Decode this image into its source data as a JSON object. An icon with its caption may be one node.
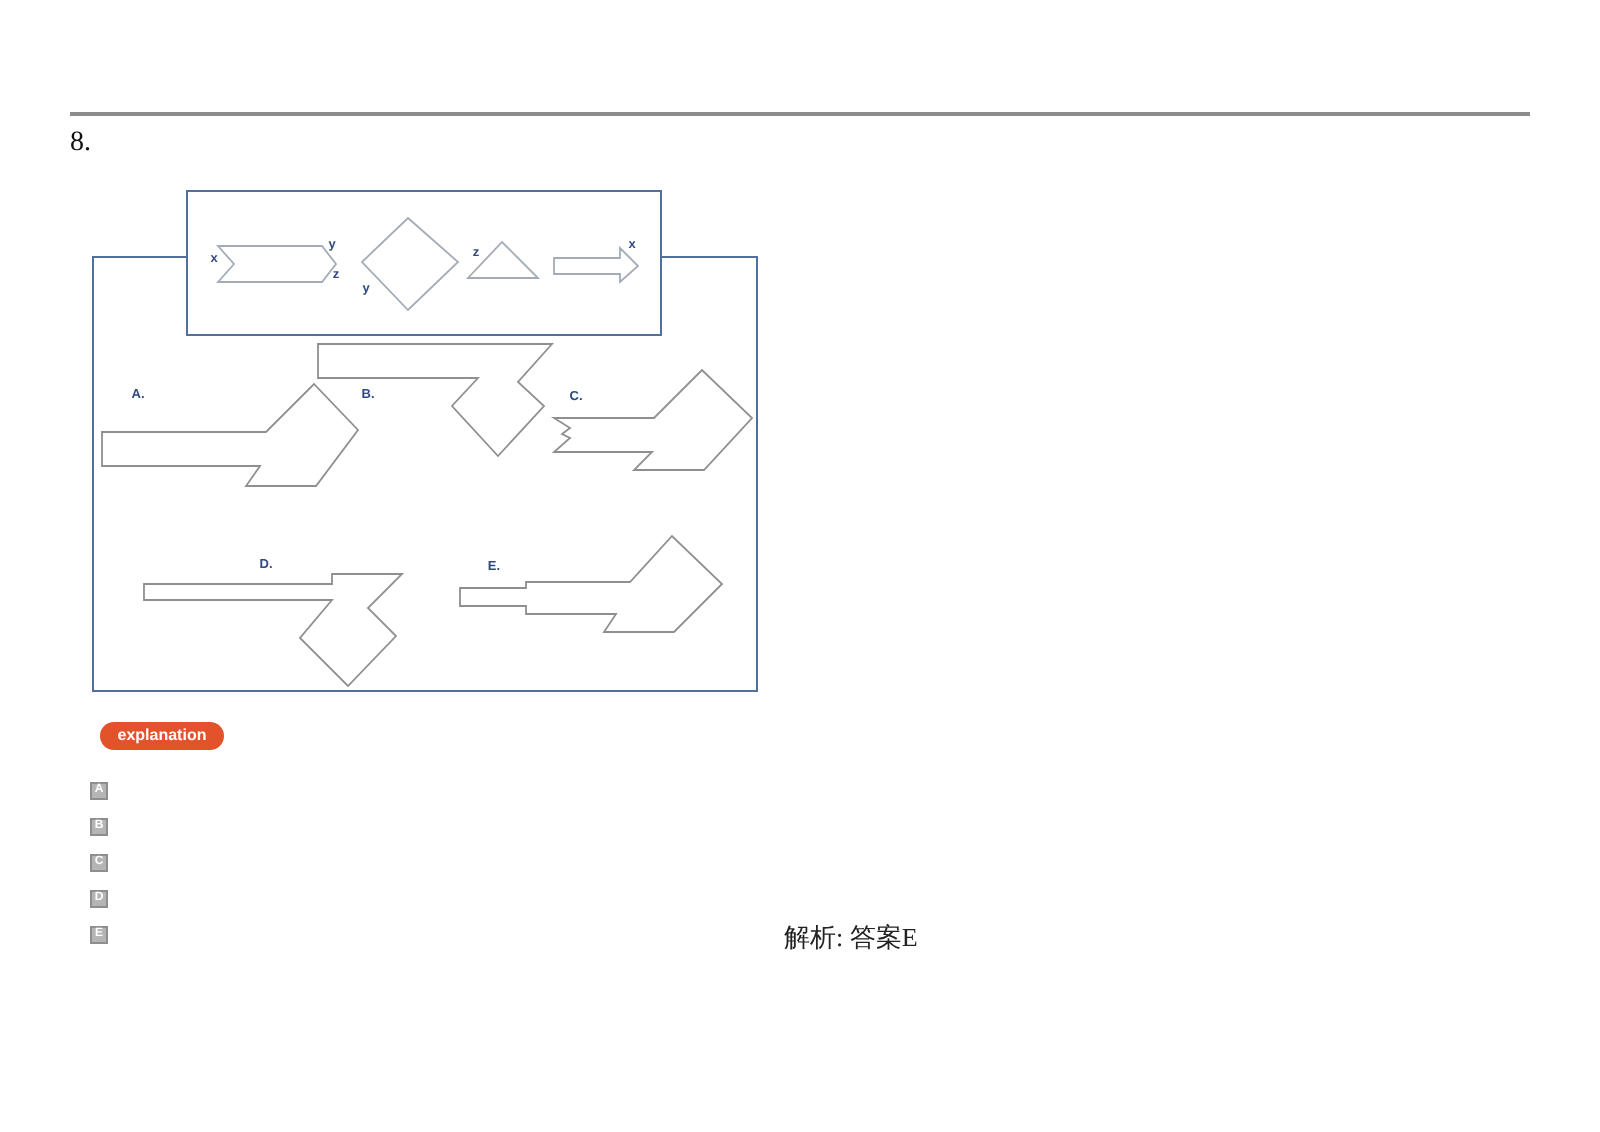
{
  "diagram": {
    "title": "8.",
    "labels": [
      "x",
      "y",
      "z",
      "y",
      "z",
      "x",
      "A.",
      "B.",
      "C.",
      "D.",
      "E.",
      "explanation",
      "A",
      "B",
      "C",
      "D",
      "E",
      "解析: 答案E"
    ]
  }
}
